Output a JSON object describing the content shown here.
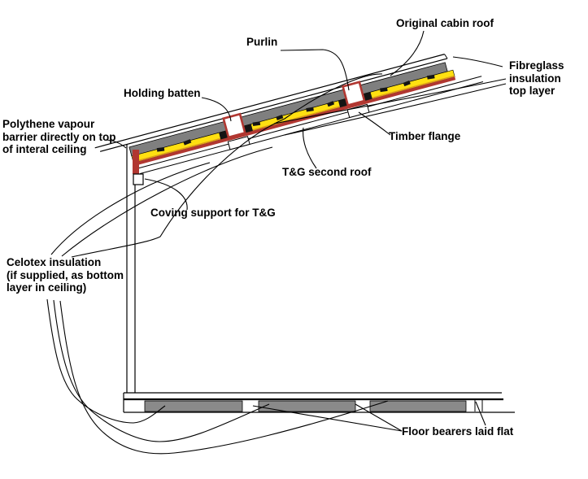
{
  "diagram": {
    "subject": "cabin-roof-insulation-cross-section"
  },
  "labels": {
    "purlin": "Purlin",
    "original_roof": "Original cabin roof",
    "fibreglass": "Fibreglass\ninsulation\ntop layer",
    "holding_batten": "Holding batten",
    "polythene": "Polythene vapour\nbarrier directly on top\nof interal ceiling",
    "timber_flange": "Timber flange",
    "tg_second_roof": "T&G second roof",
    "coving": "Coving support for T&G",
    "celotex": "Celotex insulation\n(if supplied, as bottom\nlayer in ceiling)",
    "floor_bearers": "Floor bearers laid flat"
  },
  "colors": {
    "background": "#ffffff",
    "roof_gray": "#7f7f7f",
    "insulation_yellow": "#ffe011",
    "insulation_shadow": "#dd9f1b",
    "barrier_red": "#b13731",
    "batten_fill": "#ffffff",
    "bearer_gray": "#8a8a8a",
    "fixing_black": "#141414",
    "line_black": "#000000"
  }
}
